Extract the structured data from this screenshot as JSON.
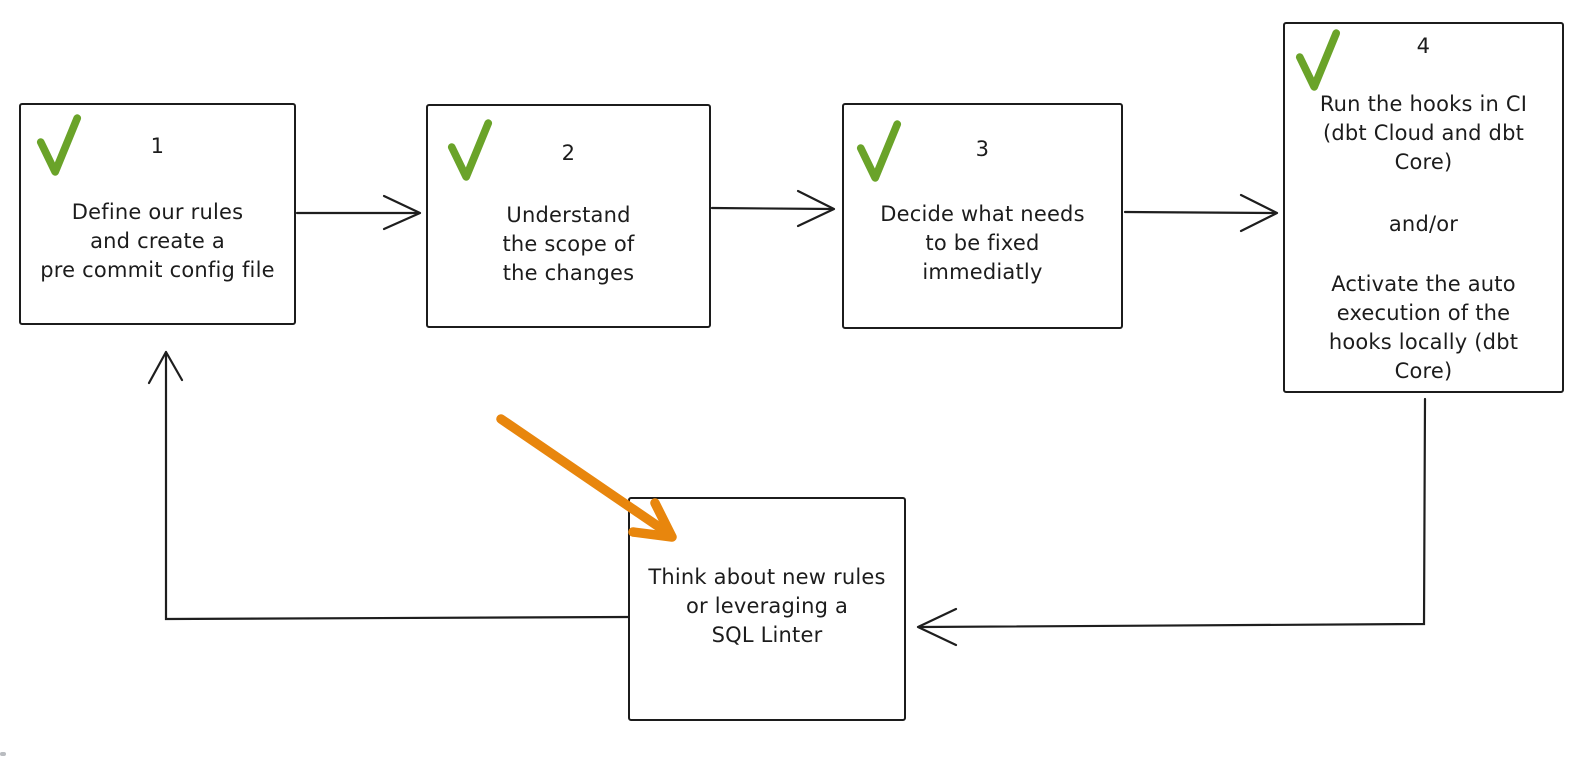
{
  "diagram": {
    "steps": [
      {
        "number": "1",
        "text": "Define our rules\nand create a\npre commit config file",
        "checked": true
      },
      {
        "number": "2",
        "text": "Understand\nthe scope of\nthe changes",
        "checked": true
      },
      {
        "number": "3",
        "text": "Decide what needs\nto be fixed\nimmediatly",
        "checked": true
      },
      {
        "number": "4",
        "text_top": "Run the hooks in CI\n(dbt Cloud and dbt\nCore)",
        "connector_word": "and/or",
        "text_bottom": "Activate the auto\nexecution of the\nhooks locally (dbt\nCore)",
        "checked": true
      }
    ],
    "feedback_step": {
      "text": "Think about new rules\nor leveraging a\nSQL Linter",
      "checked": false
    },
    "colors": {
      "check_green": "#6aa329",
      "highlight_orange": "#e8860d",
      "ink": "#1e1e1e",
      "background": "#ffffff"
    }
  }
}
